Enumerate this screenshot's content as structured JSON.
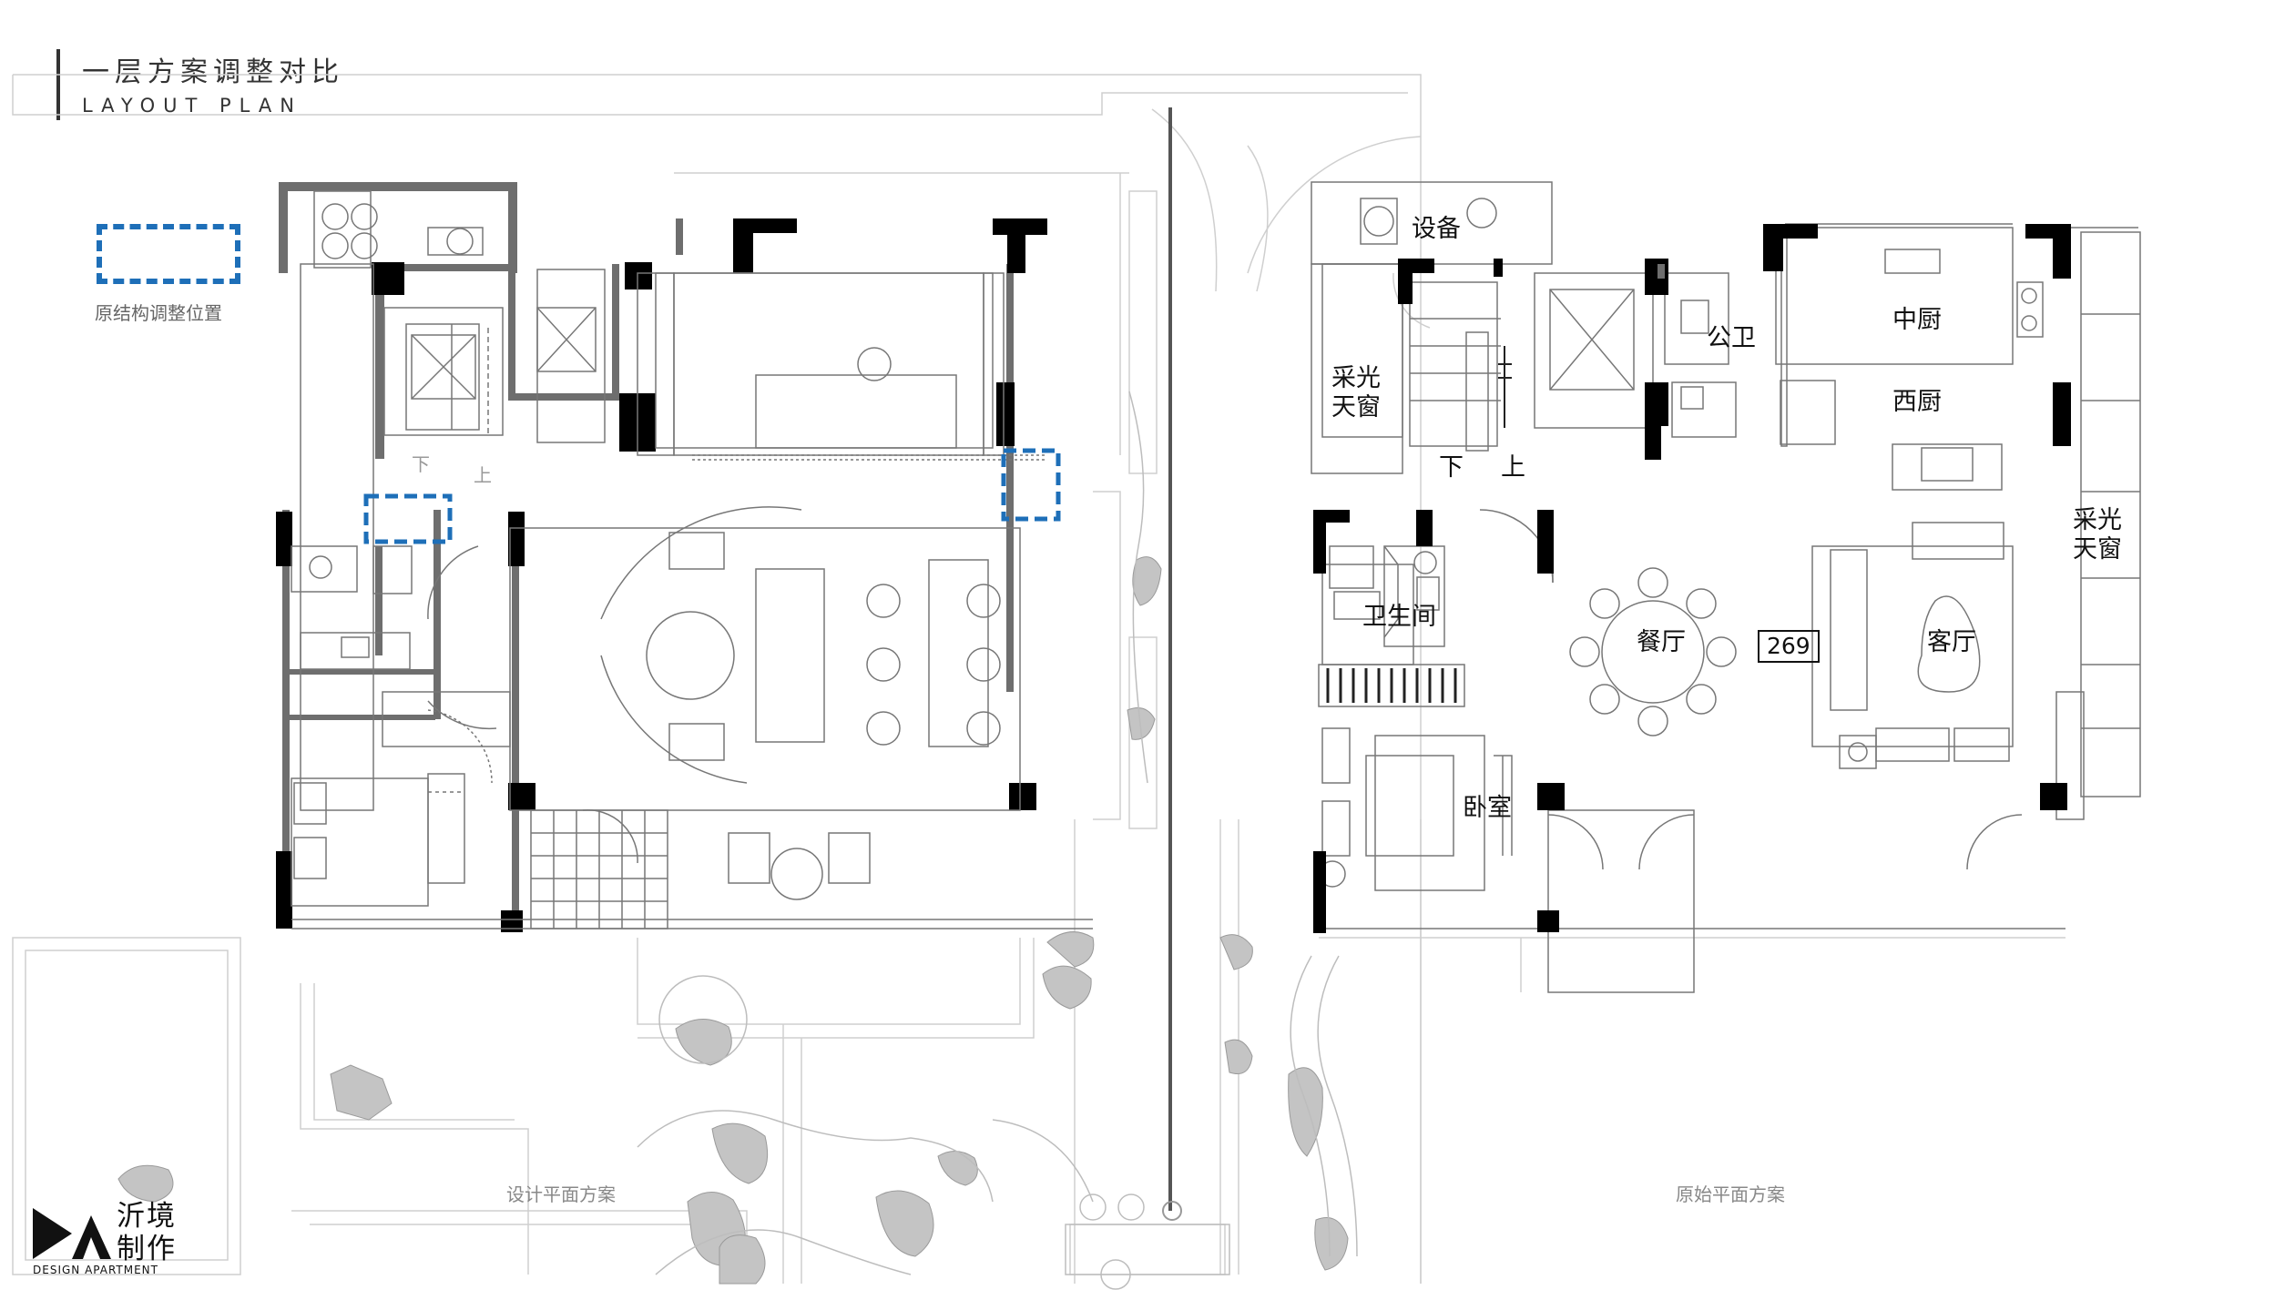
{
  "header": {
    "title_cn": "一层方案调整对比",
    "title_en": "LAYOUT PLAN"
  },
  "legend": {
    "label": "原结构调整位置",
    "color": "#1e6fb8"
  },
  "plans": {
    "design": {
      "caption": "设计平面方案",
      "stair_down": "下",
      "stair_up": "上"
    },
    "original": {
      "caption": "原始平面方案",
      "rooms": {
        "equipment": "设备",
        "skylight_left": "采光\n天窗",
        "public_wc": "公卫",
        "chinese_kitchen": "中厨",
        "western_kitchen": "西厨",
        "skylight_right": "采光\n天窗",
        "stair_down": "下",
        "stair_up": "上",
        "bathroom": "卫生间",
        "dining": "餐厅",
        "living": "客厅",
        "bedroom": "卧室"
      },
      "dimension": "269"
    }
  },
  "brand": {
    "name_cn": "沂境\n制作",
    "name_en": "DESIGN APARTMENT"
  },
  "colors": {
    "wall_new": "#6e6e6e",
    "wall_solid": "#000000",
    "site_line": "#cccccc",
    "furniture": "#777777",
    "rock": "#bdbdbd",
    "divider": "#555555"
  }
}
